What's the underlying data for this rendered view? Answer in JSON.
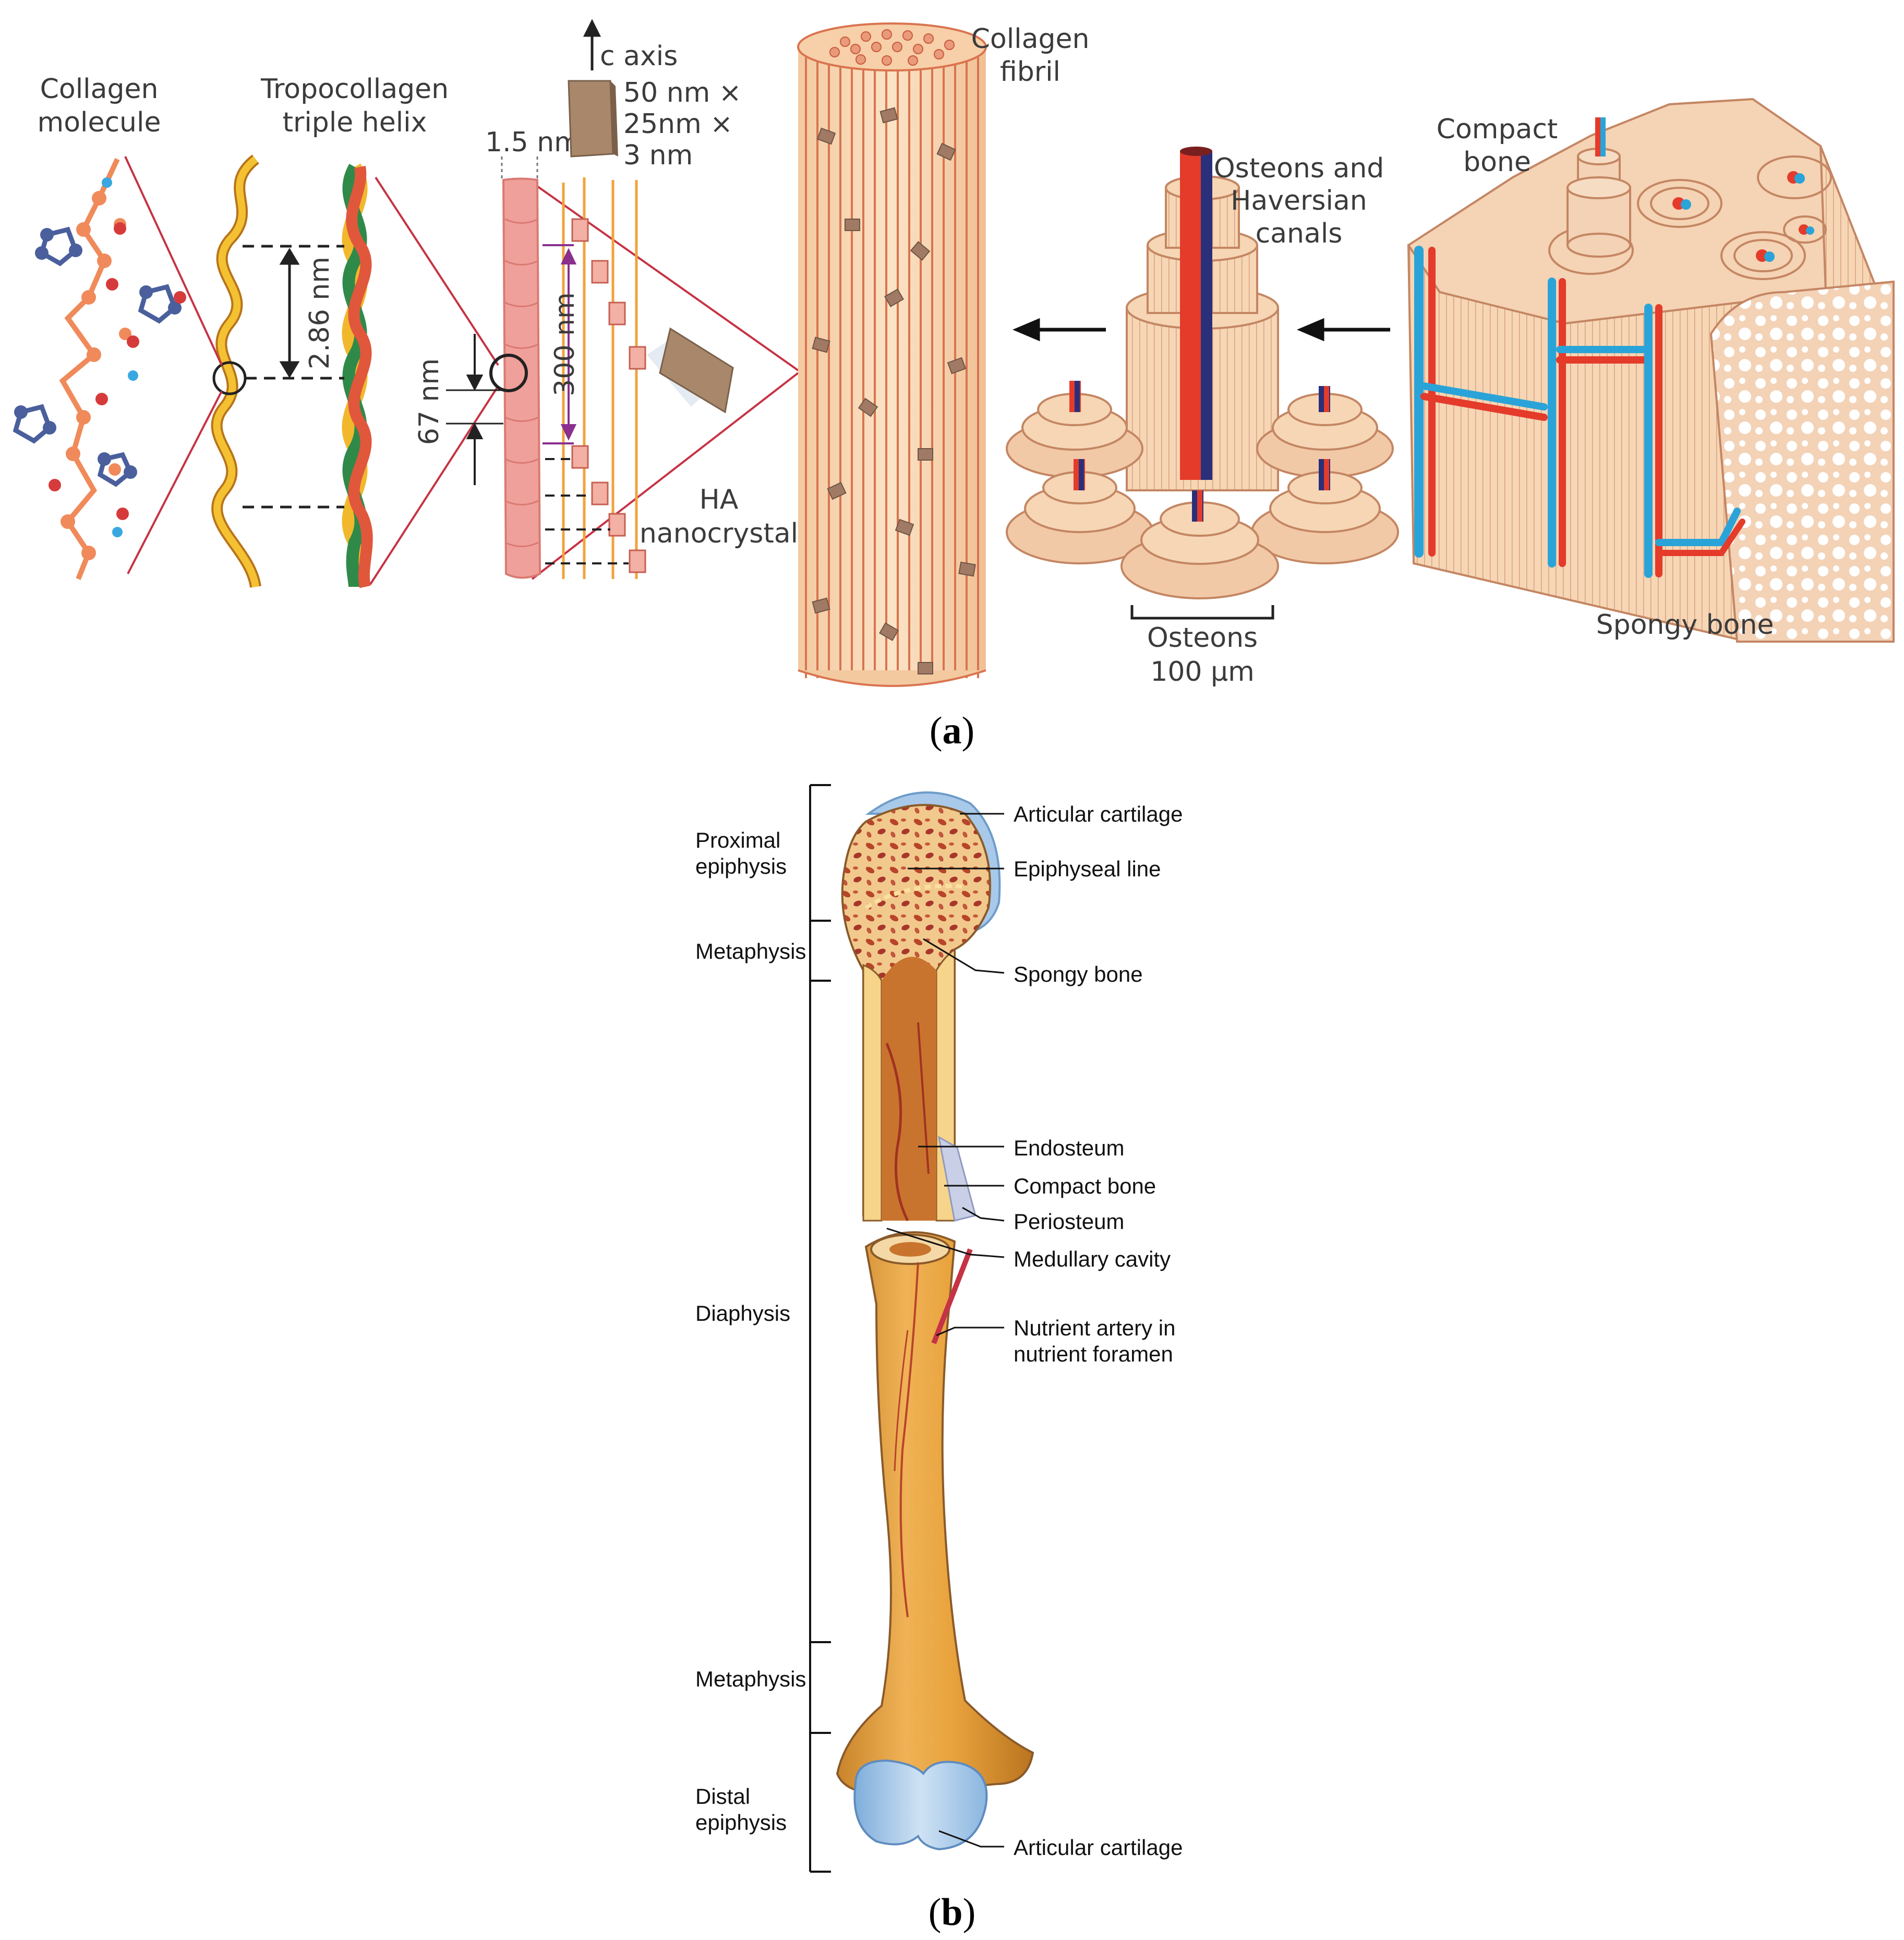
{
  "panel_a": {
    "marker": "a",
    "labels": {
      "collagen_molecule_1": "Collagen",
      "collagen_molecule_2": "molecule",
      "tropocollagen_1": "Tropocollagen",
      "tropocollagen_2": "triple helix",
      "c_axis": "c axis",
      "crystal_dims_1": "50 nm ×",
      "crystal_dims_2": "25nm ×",
      "crystal_dims_3": "3 nm",
      "width_1_5nm": "1.5 nm",
      "pitch_2_86nm": "2.86 nm",
      "gap_67nm": "67 nm",
      "length_300nm": "300 nm",
      "ha_1": "HA",
      "ha_2": "nanocrystal",
      "fibril_1": "Collagen",
      "fibril_2": "fibril",
      "osteons_haversian_1": "Osteons and",
      "osteons_haversian_2": "Haversian",
      "osteons_haversian_3": "canals",
      "osteons_scale_1": "Osteons",
      "osteons_scale_2": "100 μm",
      "compact_1": "Compact",
      "compact_2": "bone",
      "spongy": "Spongy bone"
    }
  },
  "panel_b": {
    "marker": "b",
    "regions": {
      "proximal_1": "Proximal",
      "proximal_2": "epiphysis",
      "metaphysis_top": "Metaphysis",
      "diaphysis": "Diaphysis",
      "metaphysis_bottom": "Metaphysis",
      "distal_1": "Distal",
      "distal_2": "epiphysis"
    },
    "callouts": {
      "articular_top": "Articular cartilage",
      "epiphyseal_line": "Epiphyseal line",
      "spongy_bone": "Spongy bone",
      "endosteum": "Endosteum",
      "compact_bone": "Compact bone",
      "periosteum": "Periosteum",
      "medullary": "Medullary cavity",
      "nutrient_1": "Nutrient artery in",
      "nutrient_2": "nutrient foramen",
      "articular_bottom": "Articular cartilage"
    }
  },
  "colors": {
    "bone_orange": "#e8a23c",
    "bone_light": "#f4c884",
    "marrow_red": "#b8442a",
    "cartilage_blue": "#a9c9ea",
    "helix_yellow": "#f2b82c",
    "helix_green": "#2f8a4a",
    "helix_red": "#e0573c",
    "fibril_peach": "#f7d4ad",
    "fibril_line": "#d9744f",
    "vessel_red": "#e43b2b",
    "vessel_blue": "#2aa4d8",
    "crystal_brown": "#a8876b",
    "pointer_red": "#c63344",
    "purple": "#8a2f8e"
  }
}
